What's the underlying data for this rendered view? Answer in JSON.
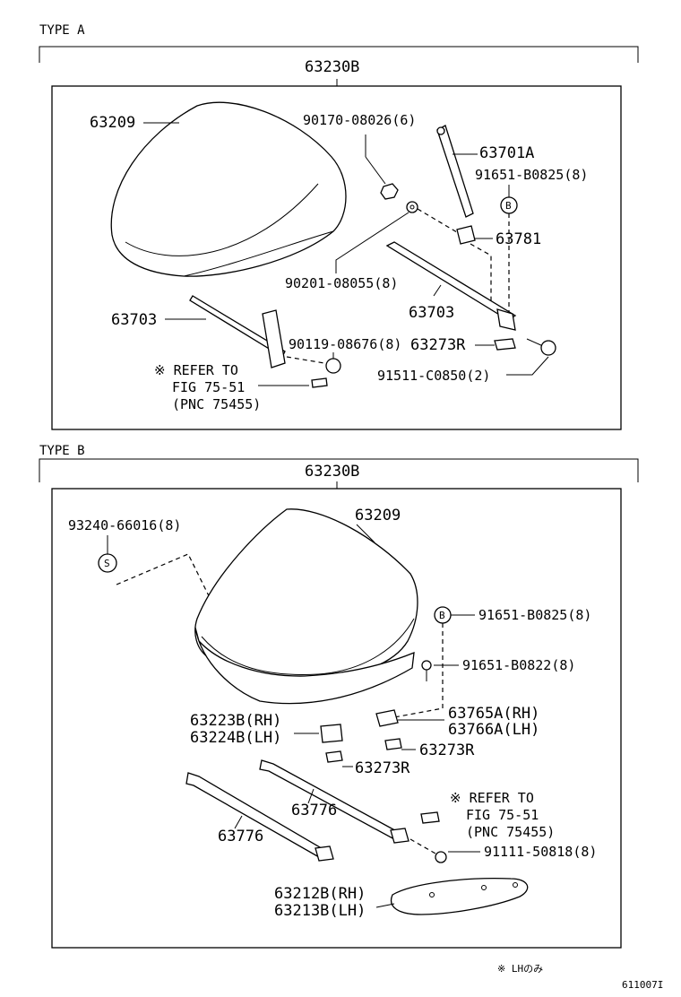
{
  "type_a": {
    "header": "TYPE A",
    "assembly": "63230B",
    "labels": {
      "cover": "63209",
      "nut": "90170-08026(6)",
      "rod": "63701A",
      "bolt_b": "91651-B0825(8)",
      "washer": "90201-08055(8)",
      "bracket": "63781",
      "rail_left": "63703",
      "rail_right": "63703",
      "bolt_left": "90119-08676(8)",
      "plate": "63273R",
      "bolt_right": "91511-C0850(2)",
      "refer_1": "※ REFER TO",
      "refer_2": "FIG 75-51",
      "refer_3": "(PNC 75455)",
      "callout_b": "B"
    }
  },
  "type_b": {
    "header": "TYPE B",
    "assembly": "63230B",
    "labels": {
      "screw": "93240-66016(8)",
      "callout_s": "S",
      "cover": "63209",
      "callout_b": "B",
      "bolt_b1": "91651-B0825(8)",
      "bolt_b2": "91651-B0822(8)",
      "hinge_rh": "63765A(RH)",
      "hinge_lh": "63766A(LH)",
      "bracket_rh": "63223B(RH)",
      "bracket_lh": "63224B(LH)",
      "plate_right": "63273R",
      "plate_left": "63273R",
      "refer_1": "※ REFER TO",
      "refer_2": "FIG 75-51",
      "refer_3": "(PNC 75455)",
      "bar_center": "63776",
      "bar_left": "63776",
      "bolt_bottom": "91111-50818(8)",
      "panel_rh": "63212B(RH)",
      "panel_lh": "63213B(LH)"
    }
  },
  "footer": {
    "note": "※ LHのみ",
    "code": "611007I"
  }
}
